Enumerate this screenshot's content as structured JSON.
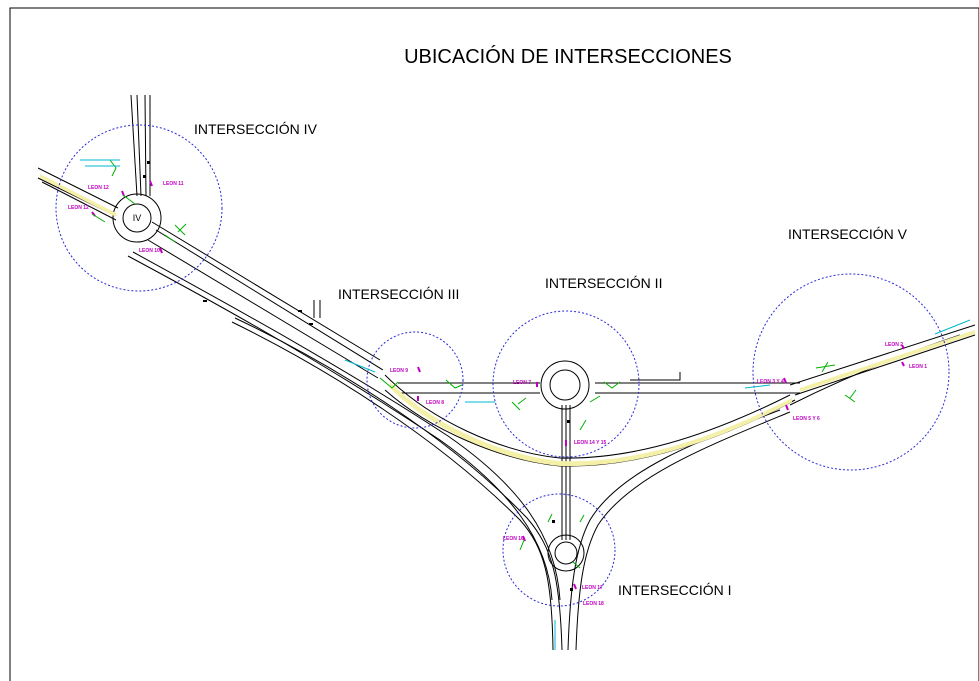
{
  "title": "UBICACIÓN DE INTERSECCIONES",
  "intersections": [
    {
      "id": "IV",
      "label": "INTERSECCIÓN IV"
    },
    {
      "id": "III",
      "label": "INTERSECCIÓN III"
    },
    {
      "id": "II",
      "label": "INTERSECCIÓN II"
    },
    {
      "id": "V",
      "label": "INTERSECCIÓN V"
    },
    {
      "id": "I",
      "label": "INTERSECCIÓN I"
    }
  ],
  "roundabout_marker": "IV",
  "leon_labels": {
    "l11": "LEON 11",
    "l12a": "LEON 12",
    "l12b": "LEON 12",
    "l10": "LEON 10",
    "l9": "LEON 9",
    "l8": "LEON 8",
    "l7": "LEON 7",
    "l14_15": "LEON 14 Y 15",
    "l2": "LEON 2",
    "l1": "LEON 1",
    "l3_4": "LEON 3 Y 4",
    "l5_6": "LEON 5 Y 6",
    "l16": "LEON 16",
    "l17": "LEON 17",
    "l18": "LEON 18"
  },
  "colors": {
    "road": "#000000",
    "circle": "#2a2ad8",
    "leon": "#c000c0",
    "annotation": "#00b8d0",
    "arrows": "#00b000",
    "median": "#f4f0a8"
  }
}
